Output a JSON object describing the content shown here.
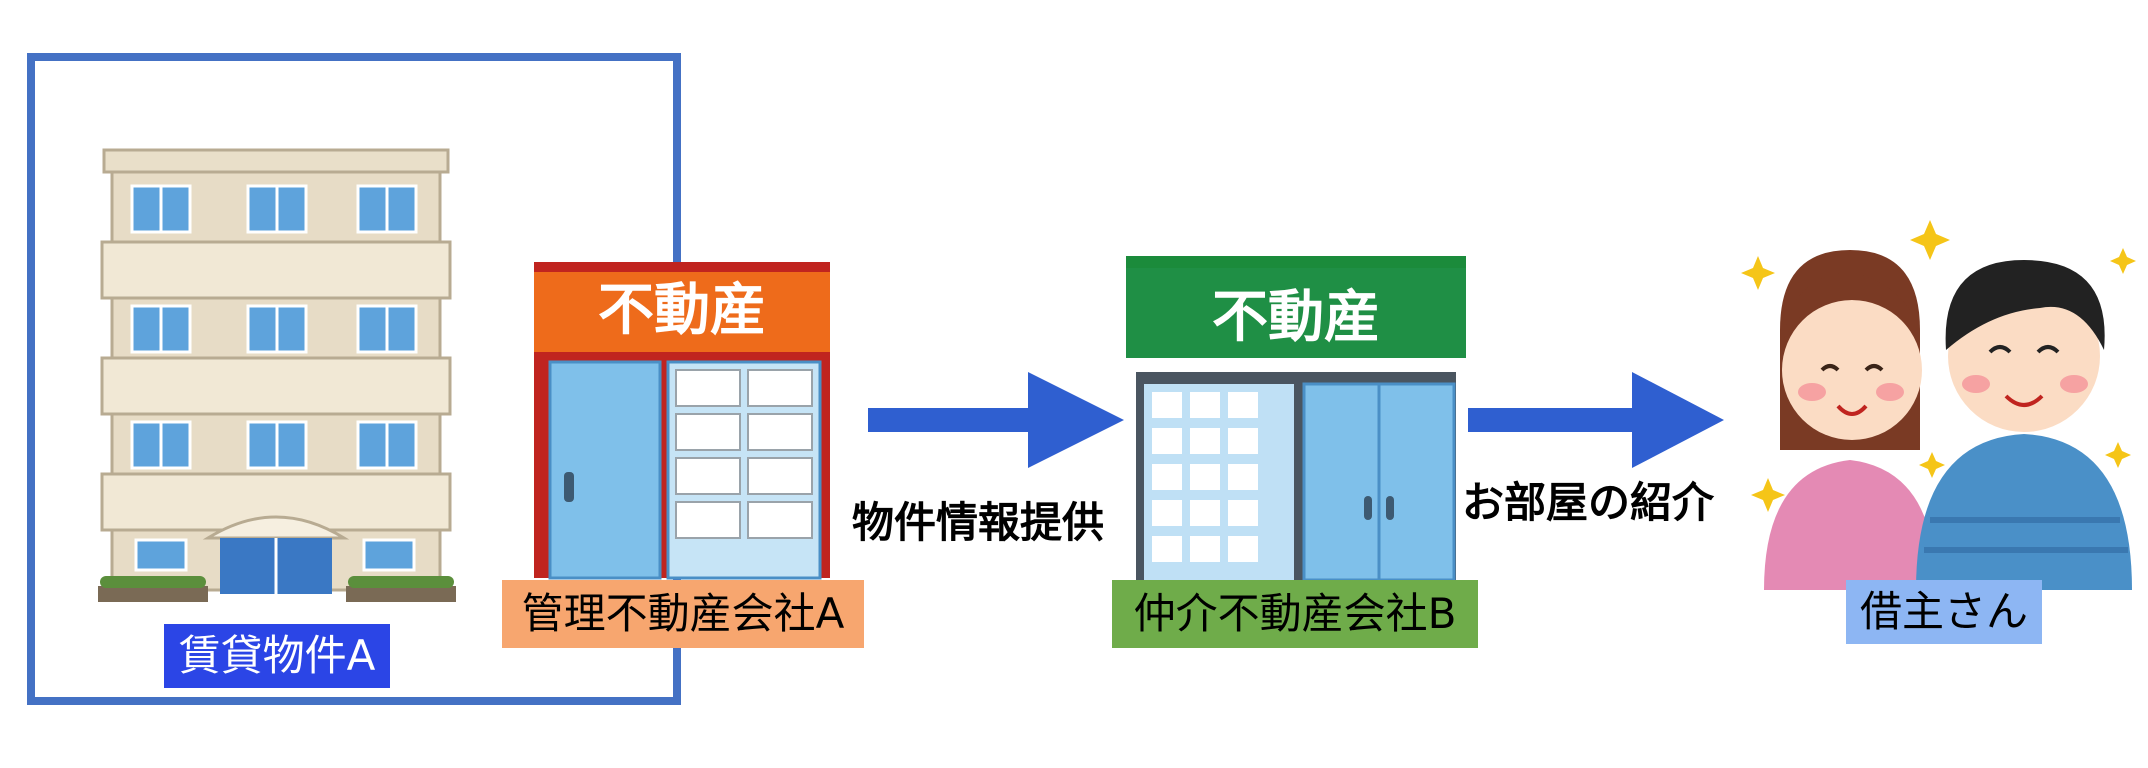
{
  "nodes": {
    "property": {
      "label": "賃貸物件A",
      "color": "#2b45e6"
    },
    "management_company": {
      "label": "管理不動産会社A",
      "sign": "不動産",
      "color": "#f7a66f"
    },
    "broker_company": {
      "label": "仲介不動産会社B",
      "sign": "不動産",
      "color": "#6fac4a"
    },
    "tenant": {
      "label": "借主さん",
      "color": "#8db6f3"
    }
  },
  "edges": [
    {
      "label": "物件情報提供"
    },
    {
      "label": "お部屋の紹介"
    }
  ],
  "colors": {
    "frame": "#4471c4",
    "arrow": "#2f5fd0"
  }
}
